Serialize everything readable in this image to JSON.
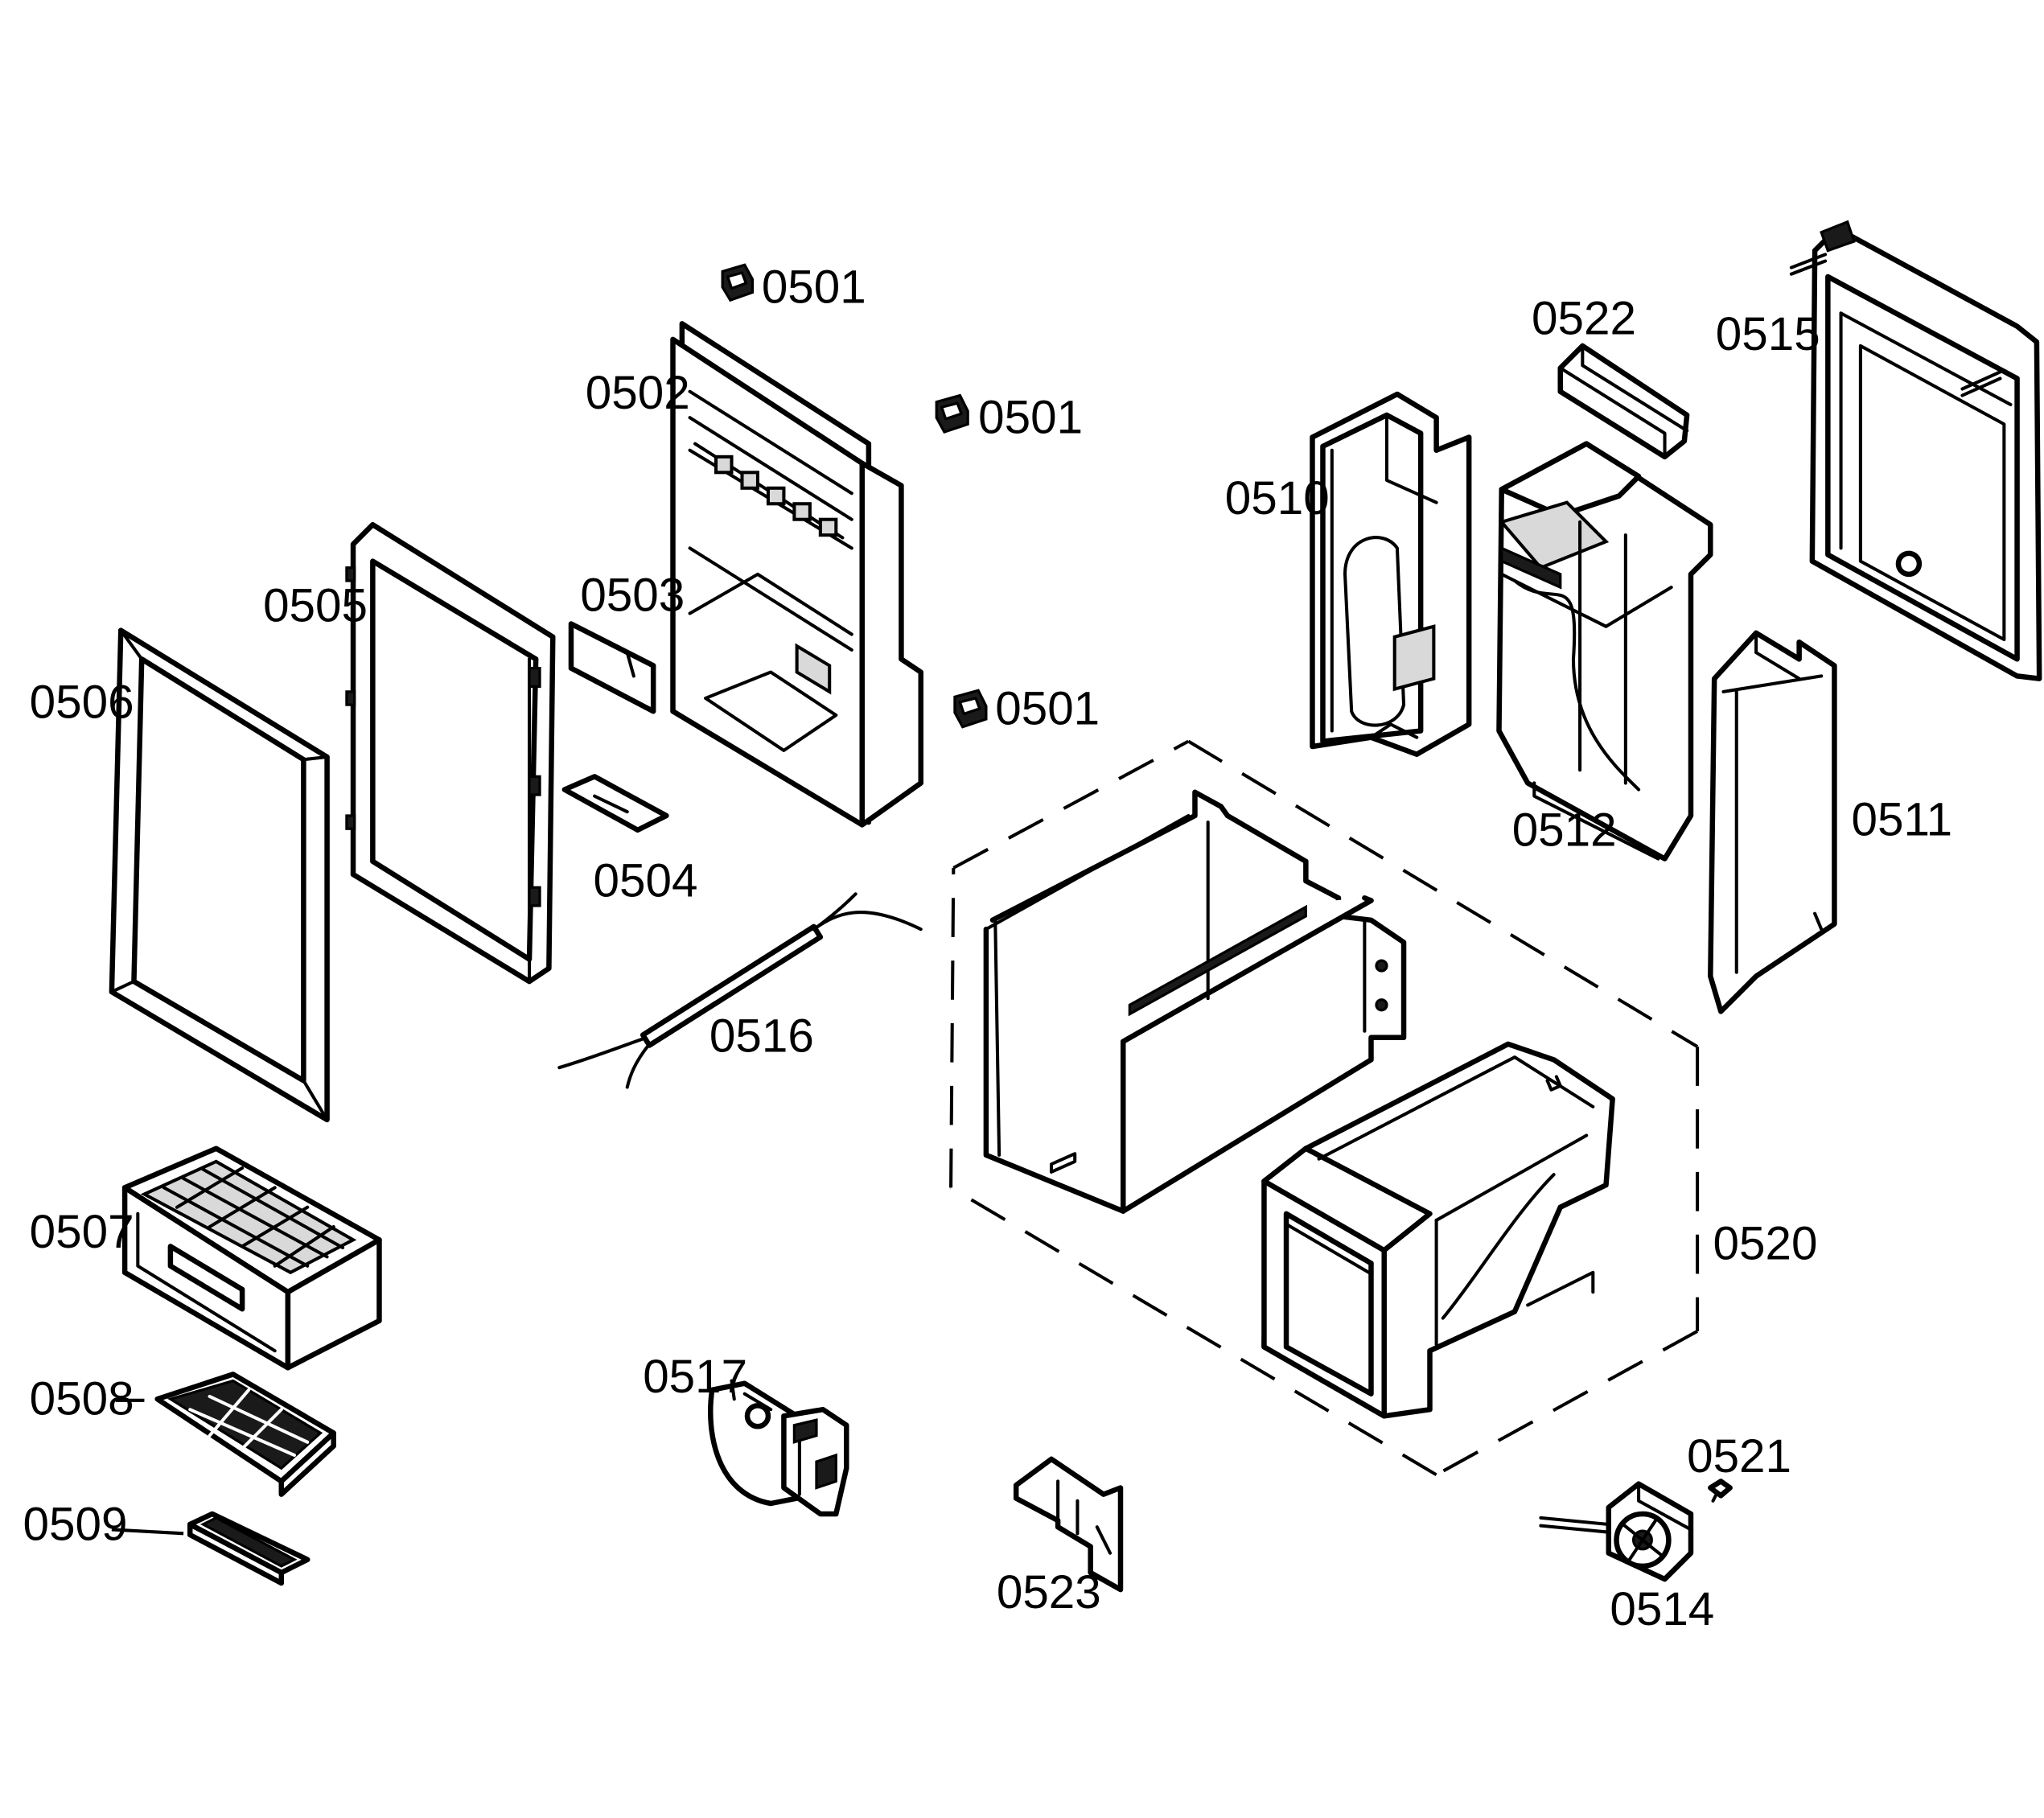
{
  "parts": [
    {
      "key": "p0501a",
      "label": "0501",
      "name": "cap-clip"
    },
    {
      "key": "p0501b",
      "label": "0501",
      "name": "cap-clip"
    },
    {
      "key": "p0501c",
      "label": "0501",
      "name": "cap-clip"
    },
    {
      "key": "p0502",
      "label": "0502",
      "name": "dispenser-housing"
    },
    {
      "key": "p0503",
      "label": "0503",
      "name": "small-plate"
    },
    {
      "key": "p0504",
      "label": "0504",
      "name": "small-plate"
    },
    {
      "key": "p0505",
      "label": "0505",
      "name": "inner-frame"
    },
    {
      "key": "p0506",
      "label": "0506",
      "name": "outer-bezel"
    },
    {
      "key": "p0507",
      "label": "0507",
      "name": "drip-tray-housing"
    },
    {
      "key": "p0508",
      "label": "0508",
      "name": "drip-grille"
    },
    {
      "key": "p0509",
      "label": "0509",
      "name": "drip-insert"
    },
    {
      "key": "p0510",
      "label": "0510",
      "name": "duct-housing"
    },
    {
      "key": "p0511",
      "label": "0511",
      "name": "side-panel"
    },
    {
      "key": "p0512",
      "label": "0512",
      "name": "ice-maker-housing"
    },
    {
      "key": "p0514",
      "label": "0514",
      "name": "fan"
    },
    {
      "key": "p0515",
      "label": "0515",
      "name": "door-frame"
    },
    {
      "key": "p0516",
      "label": "0516",
      "name": "heater-wire"
    },
    {
      "key": "p0517",
      "label": "0517",
      "name": "solenoid"
    },
    {
      "key": "p0520",
      "label": "0520",
      "name": "ice-bucket-assembly"
    },
    {
      "key": "p0521",
      "label": "0521",
      "name": "screw"
    },
    {
      "key": "p0522",
      "label": "0522",
      "name": "cover-cap"
    },
    {
      "key": "p0523",
      "label": "0523",
      "name": "bracket"
    }
  ]
}
